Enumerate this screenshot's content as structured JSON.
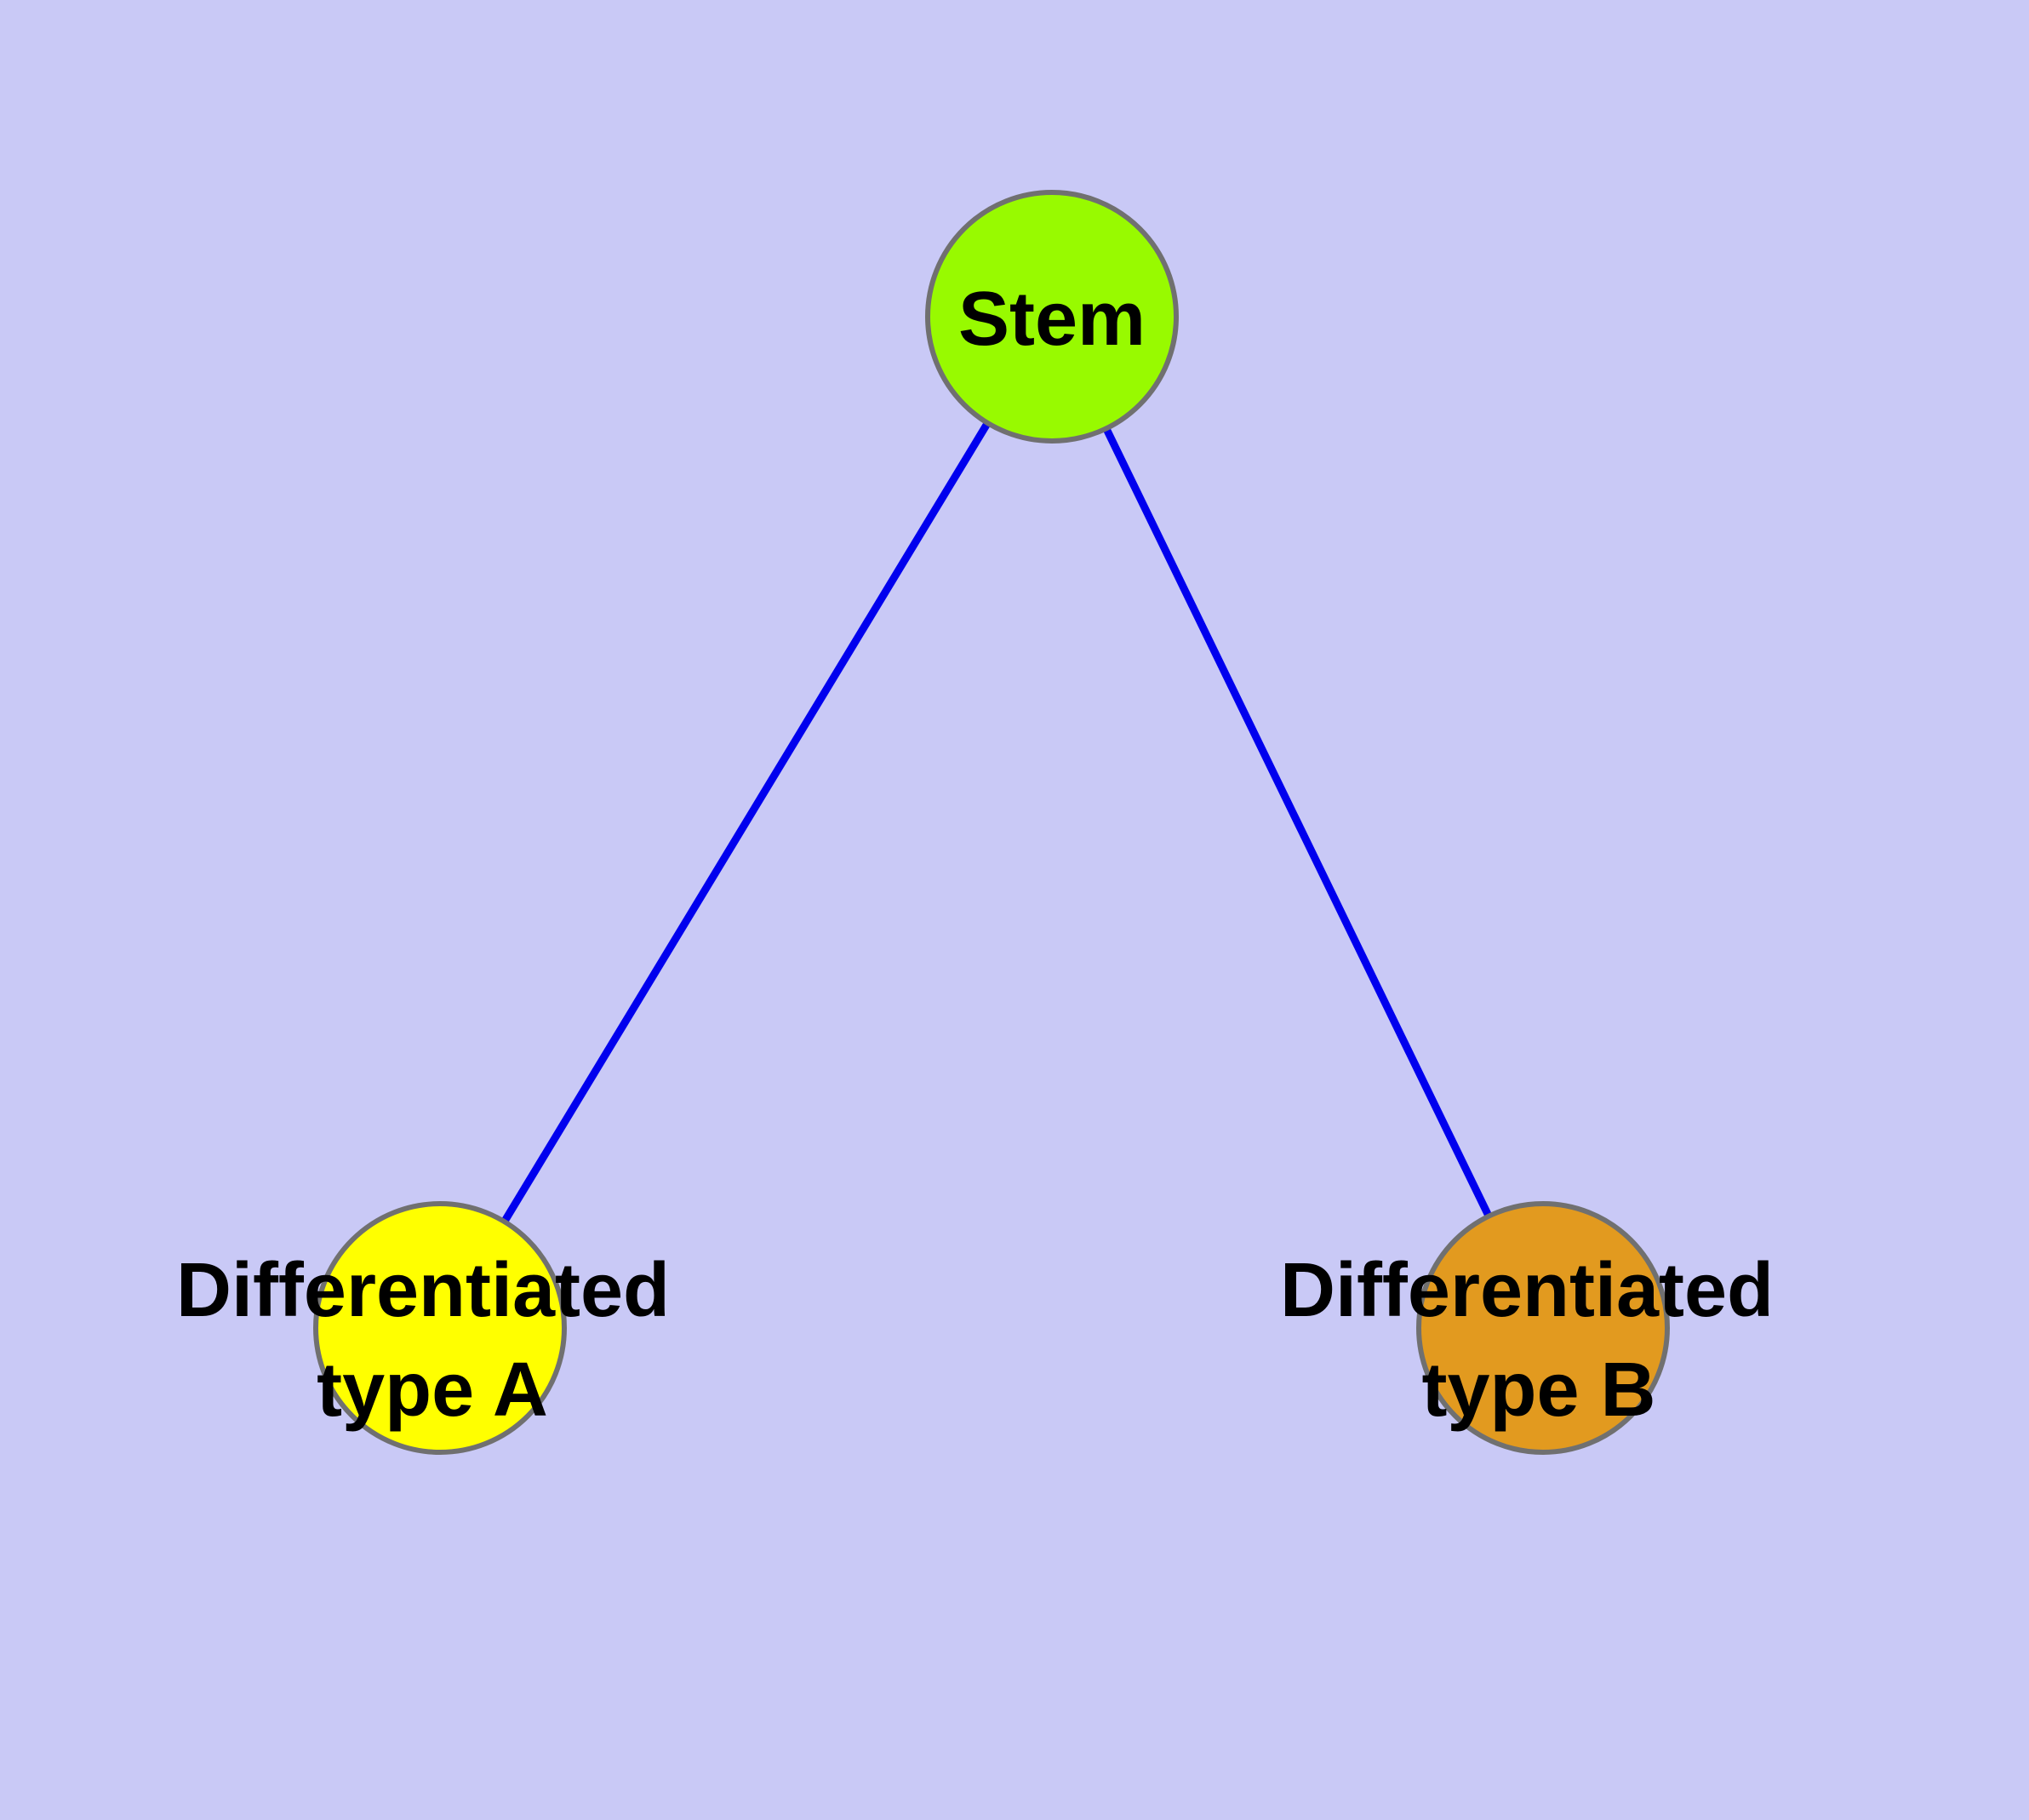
{
  "diagram": {
    "type": "node-link-graph",
    "background_color": "#C9C9F6",
    "edge_color": "#0000EE",
    "node_border_color": "#707070",
    "label_color": "#000000",
    "nodes": [
      {
        "id": "stem",
        "label": "Stem",
        "fill": "#98FA00"
      },
      {
        "id": "diff_a",
        "label_line1": "Differentiated",
        "label_line2": "type A",
        "fill": "#FFFF00"
      },
      {
        "id": "diff_b",
        "label_line1": "Differentiated",
        "label_line2": "type B",
        "fill": "#E29A1F"
      }
    ],
    "edges": [
      {
        "from": "Stem",
        "to": "Differentiated type A"
      },
      {
        "from": "Stem",
        "to": "Differentiated type B"
      }
    ]
  }
}
